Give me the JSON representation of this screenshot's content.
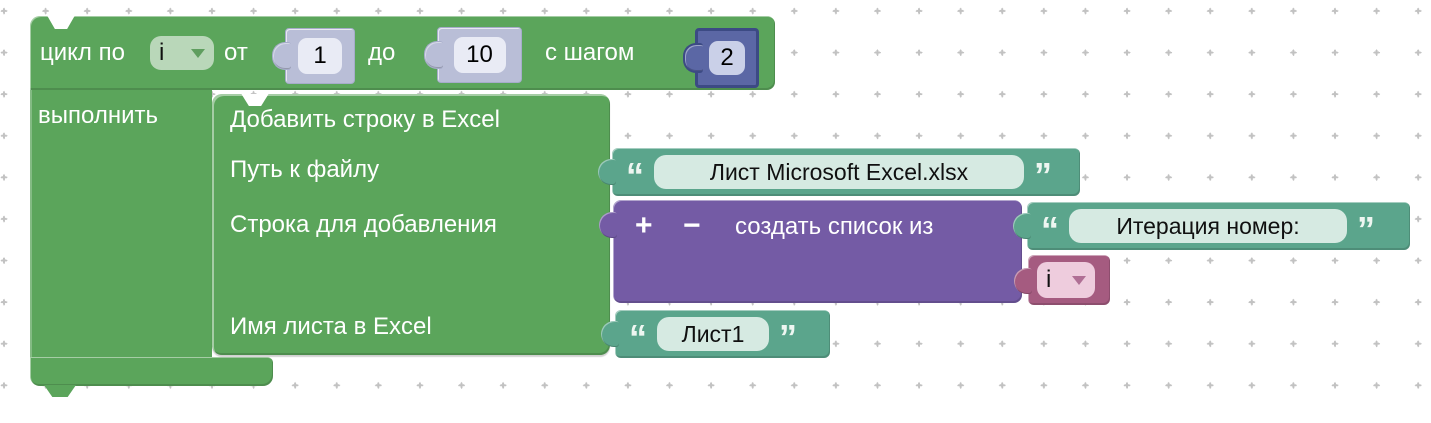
{
  "workspace": {
    "description": "Blockly visual-programming workspace with dotted grid"
  },
  "loop_block": {
    "label_for": "цикл по",
    "variable": "i",
    "label_from": "от",
    "from": "1",
    "label_to": "до",
    "to": "10",
    "label_step": "с шагом",
    "step": "2",
    "label_do": "выполнить"
  },
  "excel_block": {
    "title": "Добавить строку в Excel",
    "path_label": "Путь к файлу",
    "path_value": "Лист Microsoft Excel.xlsx",
    "row_label": "Строка для добавления",
    "sheet_label": "Имя листа в Excel",
    "sheet_value": "Лист1"
  },
  "list_block": {
    "add_button": "+",
    "remove_button": "−",
    "label": "создать список из",
    "item_text": "Итерация номер:",
    "item_variable": "i"
  },
  "quote_open": "“",
  "quote_close": "”",
  "colors": {
    "loop_green": "#5ba55b",
    "string_teal": "#5ba58c",
    "list_purple": "#745ba5",
    "variable_pink": "#a55b80",
    "math_blue": "#5b67a5",
    "shadow_lavender": "#b9bed7",
    "field_light_teal": "#d6eae2",
    "field_light_green": "#b9d7b9",
    "field_light_pink": "#eeccdd",
    "field_light_lavender": "#e9ebf5",
    "grid_dot": "#c2c2c2"
  }
}
